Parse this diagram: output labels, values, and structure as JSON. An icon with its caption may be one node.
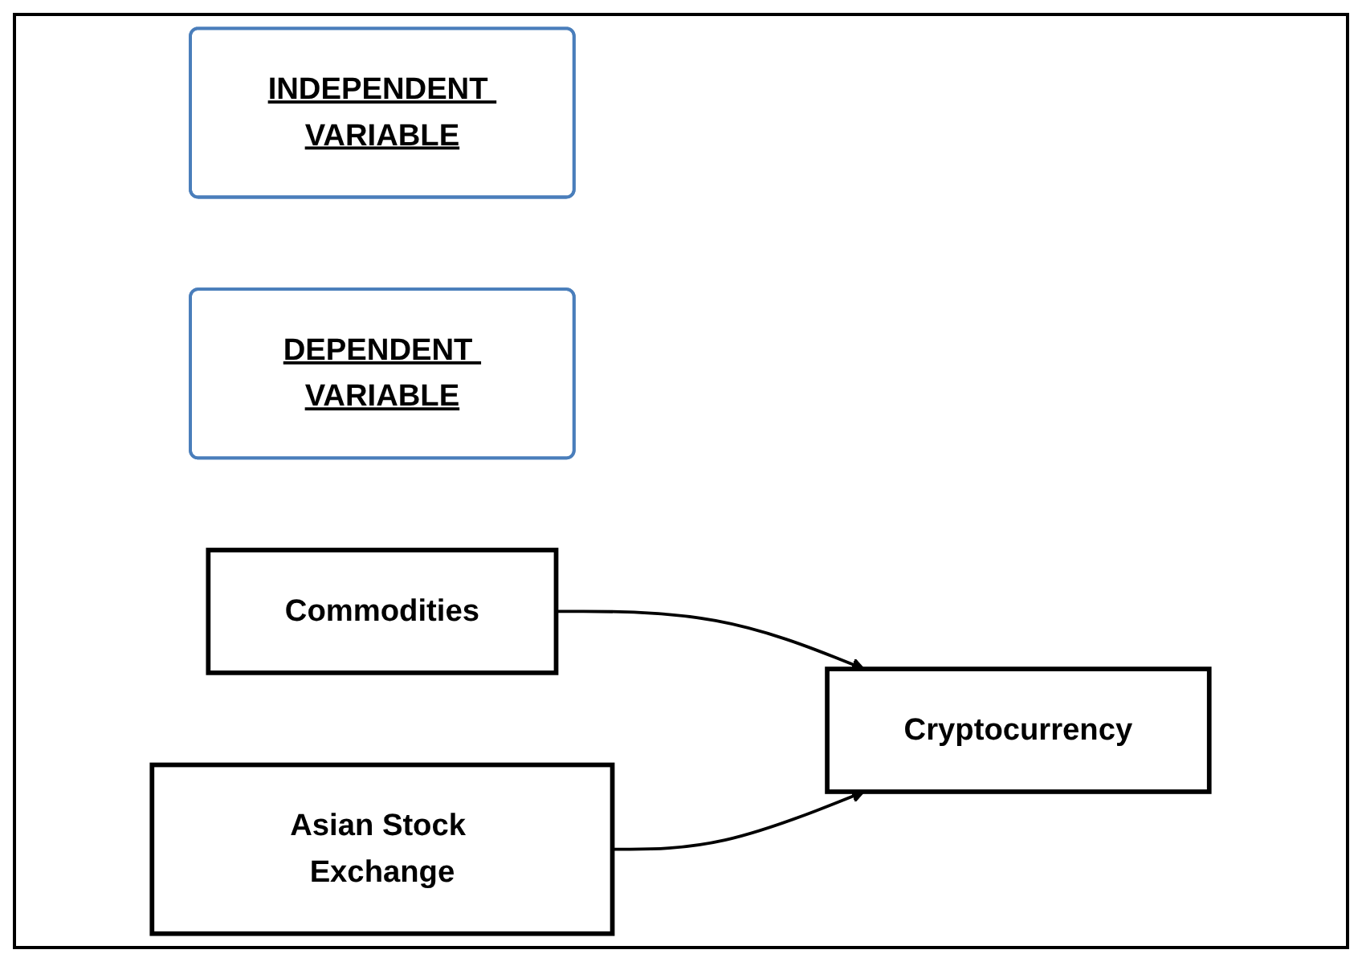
{
  "diagram": {
    "nodes": [
      {
        "text": [
          "INDEPENDENT VARIABLE"
        ]
      },
      {
        "text": [
          "DEPENDENT VARIABLE"
        ]
      },
      {
        "text": [
          "Commodities"
        ]
      },
      {
        "text": [
          "Asian Stock Exchange"
        ]
      },
      {
        "text": [
          "Cryptocurrency"
        ]
      }
    ],
    "edges": [
      {
        "from": 2,
        "to": 4,
        "arrow": "to"
      },
      {
        "from": 3,
        "to": 4,
        "arrow": "to"
      }
    ]
  }
}
